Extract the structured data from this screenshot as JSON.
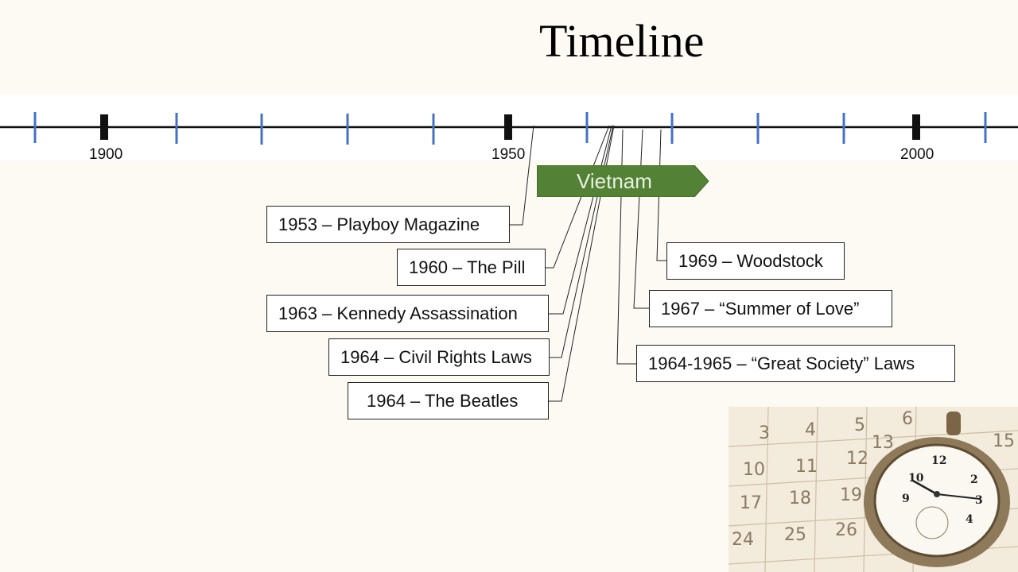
{
  "title": "Timeline",
  "axis": {
    "labels": [
      "1900",
      "1950",
      "2000"
    ]
  },
  "era": {
    "label": "Vietnam",
    "color": "#538135"
  },
  "events": [
    {
      "label": "1953 – Playboy Magazine"
    },
    {
      "label": "1960 – The Pill"
    },
    {
      "label": "1963 – Kennedy Assassination"
    },
    {
      "label": "1964 – Civil Rights Laws"
    },
    {
      "label": "1964 – The Beatles"
    },
    {
      "label": "1969 – Woodstock"
    },
    {
      "label": "1967 – “Summer of Love”"
    },
    {
      "label": "1964-1965 – “Great Society” Laws"
    }
  ],
  "tick_color": "#4472c4"
}
